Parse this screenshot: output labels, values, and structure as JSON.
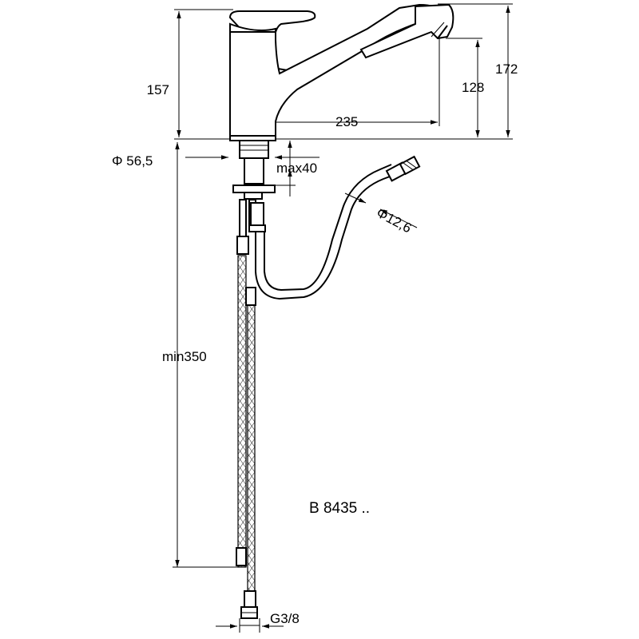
{
  "dimensions": {
    "height_spout": "157",
    "height_total": "172",
    "height_outlet": "128",
    "reach": "235",
    "diameter_base": "Φ 56,5",
    "max_thickness": "max40",
    "diameter_hose": "Φ12,6",
    "min_hose_length": "min350",
    "connection_thread": "G3/8"
  },
  "product_code": "B 8435 .."
}
